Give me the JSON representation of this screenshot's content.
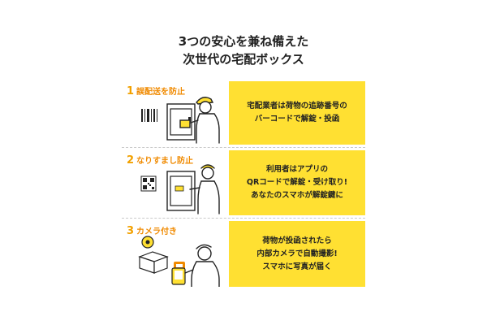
{
  "headline": {
    "line1": "3つの安心を兼ね備えた",
    "line2": "次世代の宅配ボックス"
  },
  "features": [
    {
      "number": "1",
      "title": "誤配送を防止",
      "desc": [
        "宅配業者は荷物の追跡番号の",
        "バーコードで解錠・投函"
      ],
      "icon": "barcode-icon"
    },
    {
      "number": "2",
      "title": "なりすまし防止",
      "desc": [
        "利用者はアプリの",
        "QRコードで解錠・受け取り!",
        "あなたのスマホが解錠鍵に"
      ],
      "icon": "qr-code-icon"
    },
    {
      "number": "3",
      "title": "カメラ付き",
      "desc": [
        "荷物が投函されたら",
        "内部カメラで自動撮影!",
        "スマホに写真が届く"
      ],
      "icon": "camera-icon"
    }
  ],
  "colors": {
    "accent_yellow": "#ffe032",
    "accent_orange": "#f08a00"
  }
}
